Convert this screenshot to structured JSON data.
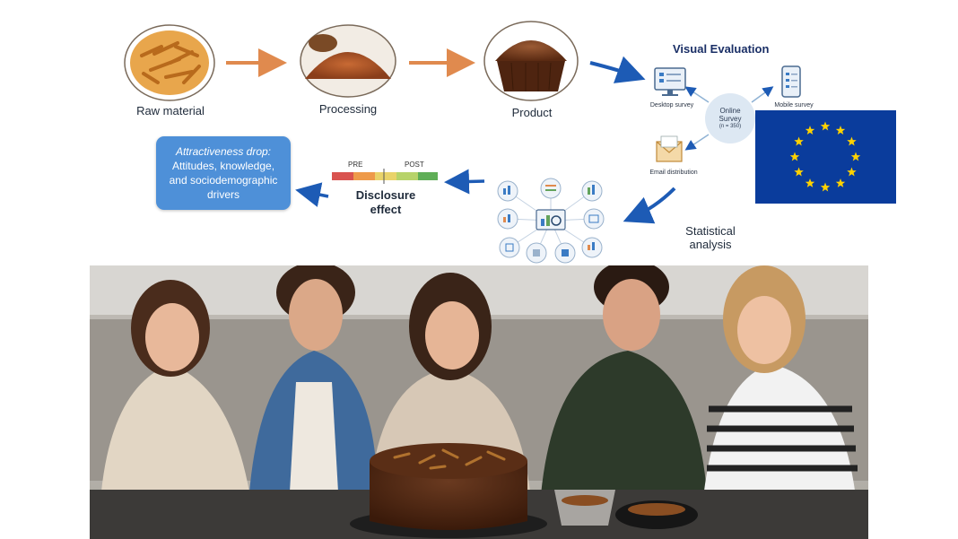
{
  "flow": {
    "raw_material": "Raw material",
    "processing": "Processing",
    "product": "Product",
    "visual_evaluation": "Visual Evaluation",
    "desktop_survey": "Desktop survey",
    "mobile_survey": "Mobile survey",
    "online_survey_line1": "Online",
    "online_survey_line2": "Survey",
    "online_survey_n": "(n = 350)",
    "email_distribution": "Email distribution",
    "statistical_analysis_line1": "Statistical",
    "statistical_analysis_line2": "analysis",
    "disclosure_line1": "Disclosure",
    "disclosure_line2": "effect",
    "pre": "PRE",
    "post": "POST",
    "drop_title": "Attractiveness drop:",
    "drop_line2": "Attitudes, knowledge,",
    "drop_line3": "and sociodemographic",
    "drop_line4": "drivers"
  },
  "colors": {
    "arrow_orange": "#e08a4e",
    "arrow_blue": "#1d5bb5",
    "box_blue": "#4e90d8",
    "eu_blue": "#0a3c9c",
    "eu_star": "#ffd200"
  },
  "photo": {
    "people_count": 5,
    "subject": "cake-on-table"
  }
}
